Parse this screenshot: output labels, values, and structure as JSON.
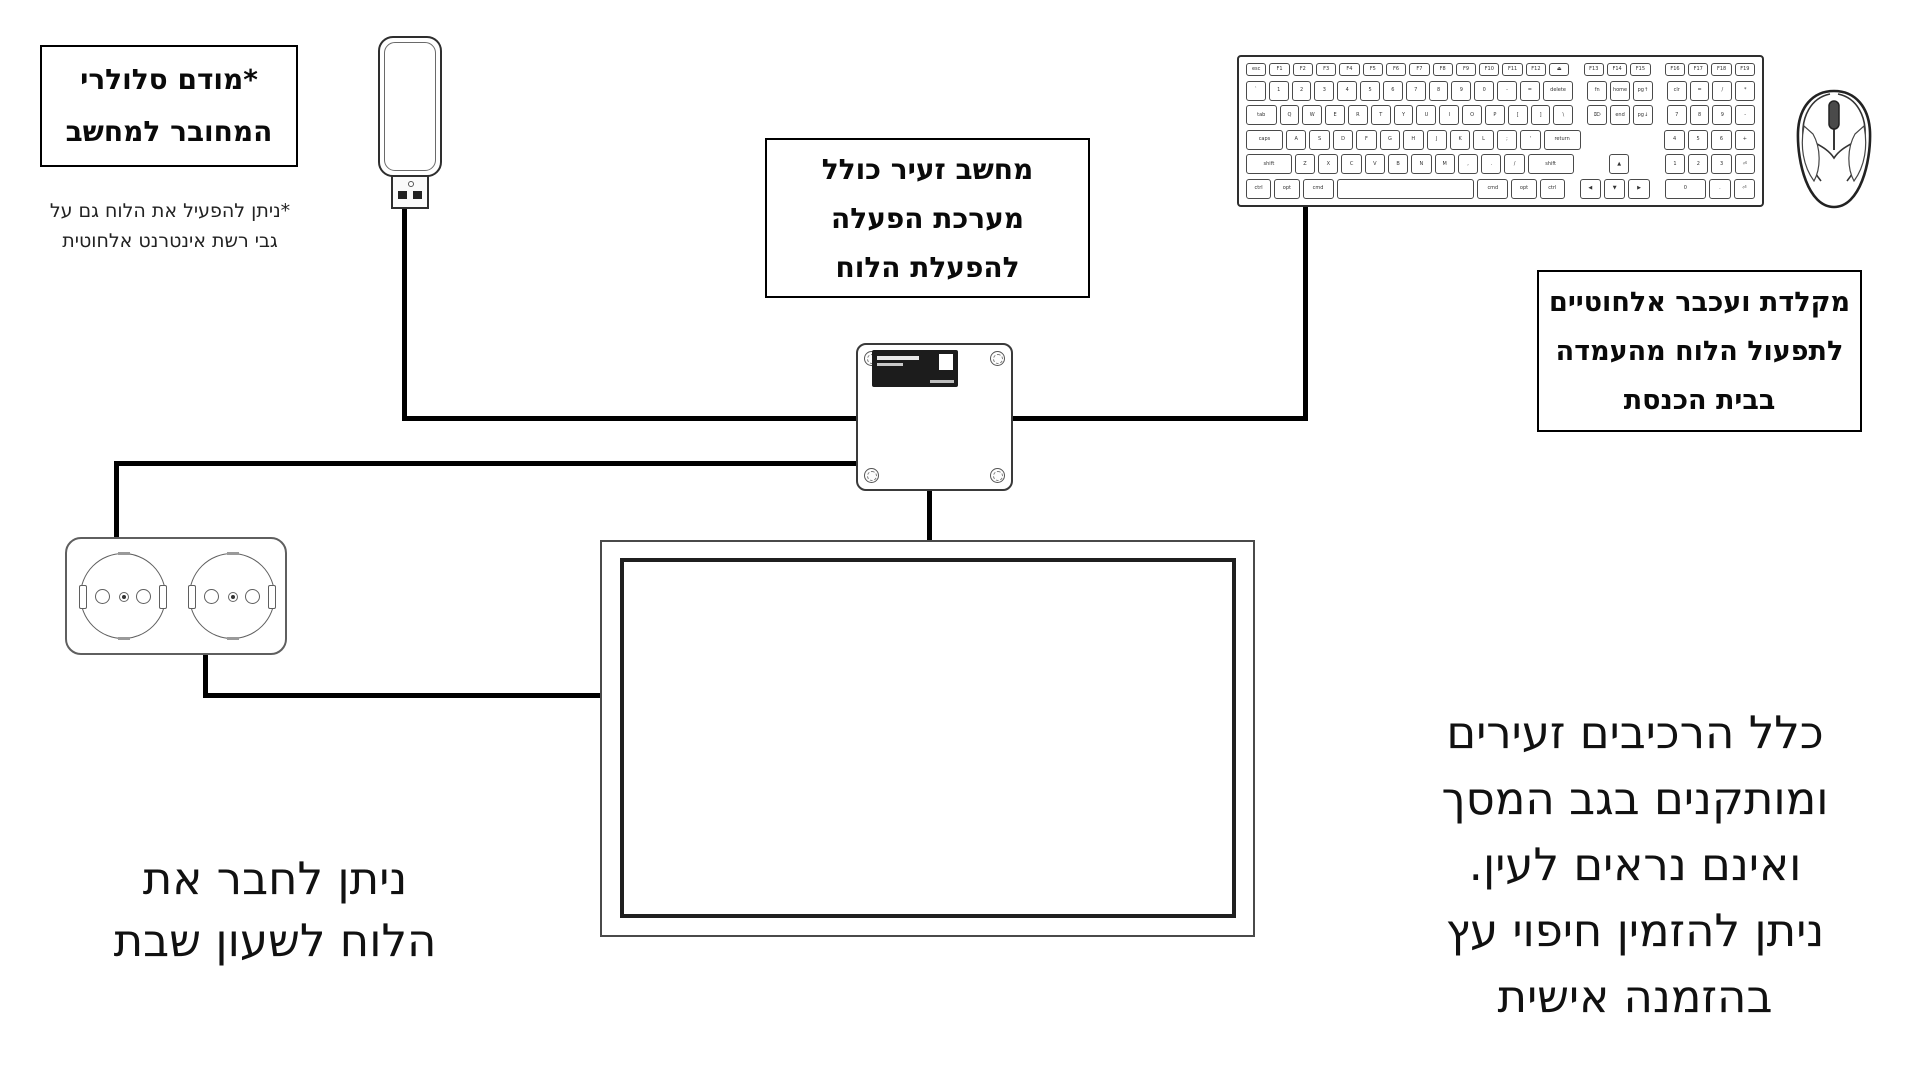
{
  "labels": {
    "modem_box": {
      "lines": [
        "*מודם סלולרי",
        "המחובר למחשב"
      ]
    },
    "modem_note": {
      "lines": [
        "*ניתן להפעיל את הלוח גם על",
        "גבי רשת אינטרנט אלחוטית"
      ]
    },
    "computer_box": {
      "lines": [
        "מחשב זעיר כולל",
        "מערכת הפעלה",
        "להפעלת הלוח"
      ]
    },
    "kbd_mouse_box": {
      "lines": [
        "מקלדת ועכבר אלחוטיים",
        "לתפעול הלוח מהעמדה",
        "בבית הכנסת"
      ]
    },
    "components_note": {
      "lines": [
        "כלל הרכיבים זעירים",
        "ומותקנים בגב המסך",
        "ואינם נראים לעין.",
        "ניתן להזמין חיפוי עץ",
        "בהזמנה אישית"
      ]
    },
    "shabbat_note": {
      "lines": [
        "ניתן לחבר את",
        "הלוח לשעון שבת"
      ]
    }
  },
  "colors": {
    "cable": "#000000",
    "box-border": "#000000",
    "outline": "#444444",
    "label-bg": "#1c1c1c",
    "ink": "#111111"
  },
  "keyboard": {
    "rows": [
      {
        "h": 13,
        "keys": [
          [
            "esc",
            1
          ],
          [
            "F1",
            1
          ],
          [
            "F2",
            1
          ],
          [
            "F3",
            1
          ],
          [
            "F4",
            1
          ],
          [
            "F5",
            1
          ],
          [
            "F6",
            1
          ],
          [
            "F7",
            1
          ],
          [
            "F8",
            1
          ],
          [
            "F9",
            1
          ],
          [
            "F10",
            1
          ],
          [
            "F11",
            1
          ],
          [
            "F12",
            1
          ],
          [
            "⏏",
            1
          ],
          [
            "GAP",
            0.45
          ],
          [
            "F13",
            1
          ],
          [
            "F14",
            1
          ],
          [
            "F15",
            1
          ],
          [
            "GAP",
            0.45
          ],
          [
            "F16",
            1
          ],
          [
            "F17",
            1
          ],
          [
            "F18",
            1
          ],
          [
            "F19",
            1
          ]
        ]
      },
      {
        "h": 20,
        "keys": [
          [
            "`",
            1
          ],
          [
            "1",
            1
          ],
          [
            "2",
            1
          ],
          [
            "3",
            1
          ],
          [
            "4",
            1
          ],
          [
            "5",
            1
          ],
          [
            "6",
            1
          ],
          [
            "7",
            1
          ],
          [
            "8",
            1
          ],
          [
            "9",
            1
          ],
          [
            "0",
            1
          ],
          [
            "-",
            1
          ],
          [
            "=",
            1
          ],
          [
            "delete",
            1.6
          ],
          [
            "GAP",
            0.45
          ],
          [
            "fn",
            1
          ],
          [
            "home",
            1
          ],
          [
            "pg↑",
            1
          ],
          [
            "GAP",
            0.45
          ],
          [
            "clr",
            1
          ],
          [
            "=",
            1
          ],
          [
            "/",
            1
          ],
          [
            "*",
            1
          ]
        ]
      },
      {
        "h": 20,
        "keys": [
          [
            "tab",
            1.6
          ],
          [
            "Q",
            1
          ],
          [
            "W",
            1
          ],
          [
            "E",
            1
          ],
          [
            "R",
            1
          ],
          [
            "T",
            1
          ],
          [
            "Y",
            1
          ],
          [
            "U",
            1
          ],
          [
            "I",
            1
          ],
          [
            "O",
            1
          ],
          [
            "P",
            1
          ],
          [
            "[",
            1
          ],
          [
            "]",
            1
          ],
          [
            "\\",
            1
          ],
          [
            "GAP",
            0.45
          ],
          [
            "⌦",
            1
          ],
          [
            "end",
            1
          ],
          [
            "pg↓",
            1
          ],
          [
            "GAP",
            0.45
          ],
          [
            "7",
            1
          ],
          [
            "8",
            1
          ],
          [
            "9",
            1
          ],
          [
            "-",
            1
          ]
        ]
      },
      {
        "h": 20,
        "keys": [
          [
            "caps",
            1.9
          ],
          [
            "A",
            1
          ],
          [
            "S",
            1
          ],
          [
            "D",
            1
          ],
          [
            "F",
            1
          ],
          [
            "G",
            1
          ],
          [
            "H",
            1
          ],
          [
            "J",
            1
          ],
          [
            "K",
            1
          ],
          [
            "L",
            1
          ],
          [
            ";",
            1
          ],
          [
            "'",
            1
          ],
          [
            "return",
            1.9
          ],
          [
            "GAP",
            0.45
          ],
          [
            "GAP",
            3
          ],
          [
            "GAP",
            0.45
          ],
          [
            "4",
            1
          ],
          [
            "5",
            1
          ],
          [
            "6",
            1
          ],
          [
            "+",
            1
          ]
        ]
      },
      {
        "h": 20,
        "keys": [
          [
            "shift",
            2.4
          ],
          [
            "Z",
            1
          ],
          [
            "X",
            1
          ],
          [
            "C",
            1
          ],
          [
            "V",
            1
          ],
          [
            "B",
            1
          ],
          [
            "N",
            1
          ],
          [
            "M",
            1
          ],
          [
            ",",
            1
          ],
          [
            ".",
            1
          ],
          [
            "/",
            1
          ],
          [
            "shift",
            2.4
          ],
          [
            "GAP",
            0.45
          ],
          [
            "GAP",
            1
          ],
          [
            "▲",
            1
          ],
          [
            "GAP",
            1
          ],
          [
            "GAP",
            0.45
          ],
          [
            "1",
            1
          ],
          [
            "2",
            1
          ],
          [
            "3",
            1
          ],
          [
            "⏎",
            1
          ]
        ]
      },
      {
        "h": 20,
        "keys": [
          [
            "ctrl",
            1.2
          ],
          [
            "opt",
            1.2
          ],
          [
            "cmd",
            1.5
          ],
          [
            "",
            7
          ],
          [
            "cmd",
            1.5
          ],
          [
            "opt",
            1.2
          ],
          [
            "ctrl",
            1.2
          ],
          [
            "GAP",
            0.45
          ],
          [
            "◀",
            1
          ],
          [
            "▼",
            1
          ],
          [
            "▶",
            1
          ],
          [
            "GAP",
            0.45
          ],
          [
            "0",
            2.05
          ],
          [
            ".",
            1
          ],
          [
            "⏎",
            1
          ]
        ]
      }
    ]
  }
}
